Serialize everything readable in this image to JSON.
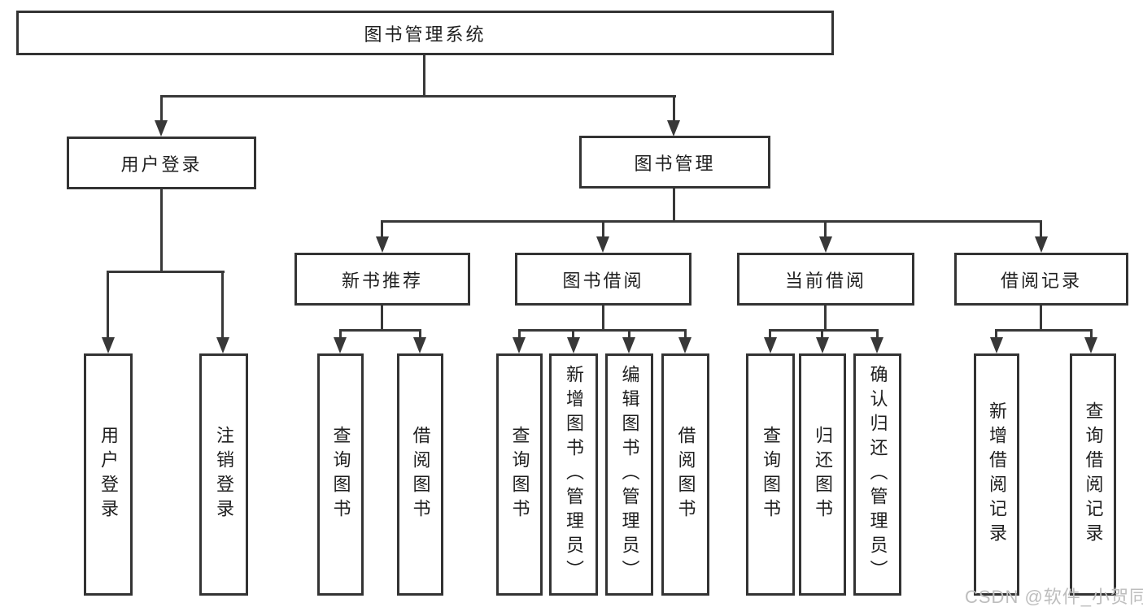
{
  "diagram": {
    "title": "图书管理系统",
    "root": {
      "label": "图书管理系统"
    },
    "branches": [
      {
        "label": "用户登录",
        "children": [
          {
            "label": "用户登录"
          },
          {
            "label": "注销登录"
          }
        ]
      },
      {
        "label": "图书管理",
        "children": [
          {
            "label": "新书推荐",
            "children": [
              {
                "label": "查询图书"
              },
              {
                "label": "借阅图书"
              }
            ]
          },
          {
            "label": "图书借阅",
            "children": [
              {
                "label": "查询图书"
              },
              {
                "label": "新增图书（管理员）"
              },
              {
                "label": "编辑图书（管理员）"
              },
              {
                "label": "借阅图书"
              }
            ]
          },
          {
            "label": "当前借阅",
            "children": [
              {
                "label": "查询图书"
              },
              {
                "label": "归还图书"
              },
              {
                "label": "确认归还（管理员）"
              }
            ]
          },
          {
            "label": "借阅记录",
            "children": [
              {
                "label": "新增借阅记录"
              },
              {
                "label": "查询借阅记录"
              }
            ]
          }
        ]
      }
    ]
  },
  "watermark": {
    "text": "CSDN @软件_小贺同学",
    "color": "#bdbdbd"
  },
  "colors": {
    "line": "#383838",
    "box_border": "#333333",
    "text": "#1f1f1f",
    "background": "#ffffff"
  }
}
